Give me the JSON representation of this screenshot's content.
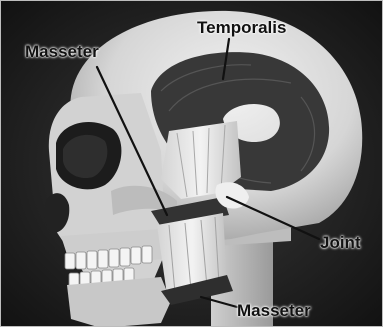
{
  "labels": {
    "temporalis": "Temporalis",
    "masseter_top": "Masseter",
    "joint": "Joint",
    "masseter_bottom": "Masseter"
  },
  "colors": {
    "background": "#1e1e1e",
    "bone": "#d9d9d9",
    "muscle_dark": "#3c3c3c",
    "tendon": "#e6e6e6",
    "text": "#111111"
  }
}
